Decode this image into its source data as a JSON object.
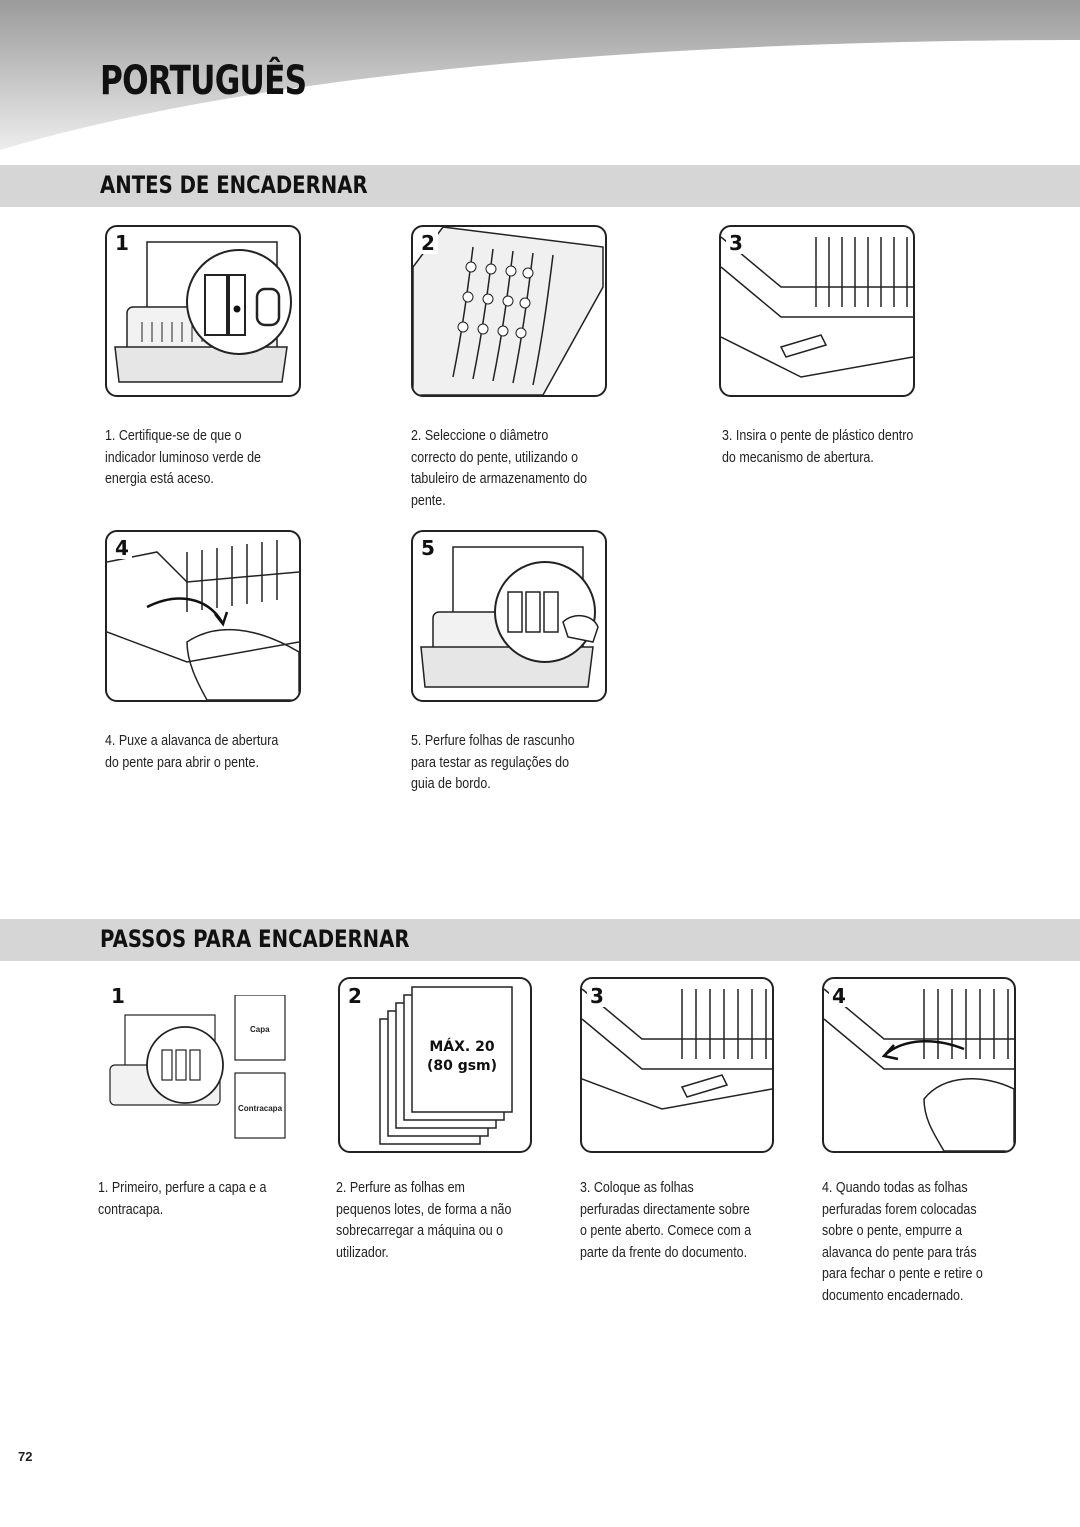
{
  "header": {
    "language_title": "PORTUGUÊS"
  },
  "section_before": {
    "title": "ANTES DE ENCADERNAR",
    "steps": [
      {
        "number": "1",
        "caption": "1. Certifique-se de que o indicador luminoso verde de energia está aceso."
      },
      {
        "number": "2",
        "caption": "2. Seleccione o diâmetro correcto do pente, utilizando o tabuleiro de armazenamento do pente."
      },
      {
        "number": "3",
        "caption": "3. Insira o pente de plástico dentro do mecanismo de abertura."
      },
      {
        "number": "4",
        "caption": "4. Puxe a alavanca de abertura do pente para abrir o pente."
      },
      {
        "number": "5",
        "caption": "5. Perfure folhas de rascunho para testar as regulações do guia de bordo."
      }
    ]
  },
  "section_binding": {
    "title": "PASSOS PARA ENCADERNAR",
    "steps": [
      {
        "number": "1",
        "caption": "1. Primeiro, perfure a capa e a contracapa.",
        "cover_label": "Capa",
        "back_label": "Contracapa"
      },
      {
        "number": "2",
        "caption": "2. Perfure as folhas em pequenos lotes, de forma a não sobrecarregar a máquina ou o utilizador.",
        "max_label": "MÁX. 20",
        "weight_label": "(80 gsm)"
      },
      {
        "number": "3",
        "caption": "3. Coloque as folhas perfuradas directamente sobre o pente aberto. Comece com a parte da frente do documento."
      },
      {
        "number": "4",
        "caption": "4. Quando todas as folhas perfuradas forem colocadas sobre o pente, empurre a alavanca do pente para trás para fechar o pente e retire o documento encadernado."
      }
    ]
  },
  "footer": {
    "page_number": "72"
  },
  "colors": {
    "section_bar": "#d6d6d6",
    "line_art": "#222222"
  }
}
